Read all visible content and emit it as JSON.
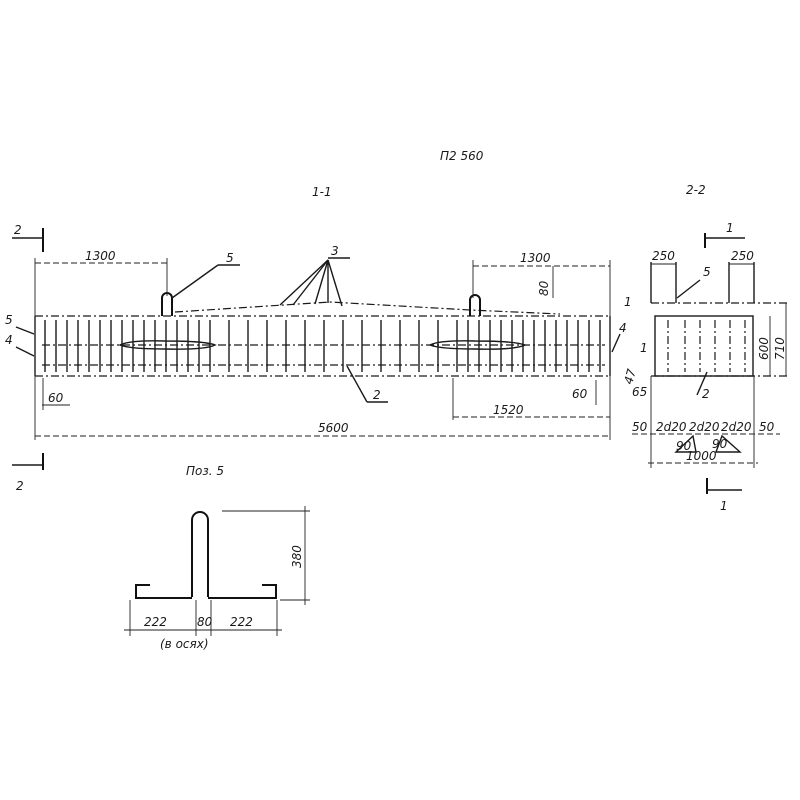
{
  "drawing": {
    "title": "П2 560",
    "section_1_1": {
      "label": "1-1",
      "dims": {
        "left_post": "1300",
        "right_post": "1300",
        "post_height": "80",
        "total_length": "5600",
        "right_span": "1520",
        "left_cover": "60",
        "right_cover": "60"
      },
      "callouts": {
        "post": "5",
        "top_bars": "3",
        "bottom_bar": "2",
        "end_a": "1",
        "end_b": "4",
        "left_a": "5",
        "left_b": "4"
      },
      "section_mark": "2"
    },
    "section_2_2": {
      "label": "2-2",
      "section_mark": "1",
      "dims": {
        "post_left": "250",
        "post_right": "250",
        "height_inner": "600",
        "height_total": "710",
        "side": "65",
        "small": "47",
        "bottom_row": [
          "50",
          "2d20",
          "2d20",
          "2d20",
          "50"
        ],
        "angle_left": "90",
        "angle_right": "90",
        "width": "1000"
      },
      "callouts": {
        "post": "5",
        "bar": "2",
        "mark": "1"
      }
    },
    "detail_pos5": {
      "label": "Поз. 5",
      "dims": {
        "height": "380",
        "left": "222",
        "middle": "80",
        "right": "222"
      },
      "note": "(в осях)"
    }
  }
}
